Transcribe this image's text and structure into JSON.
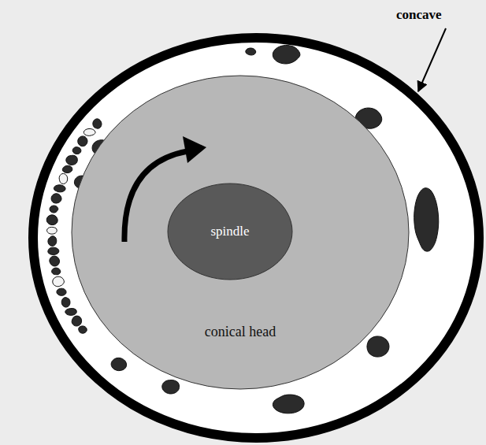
{
  "diagram": {
    "nodes": [
      {
        "text": [
          "conical head"
        ]
      },
      {
        "text": [
          "spindle"
        ],
        "in": 0
      }
    ],
    "labels": [
      "concave"
    ]
  }
}
